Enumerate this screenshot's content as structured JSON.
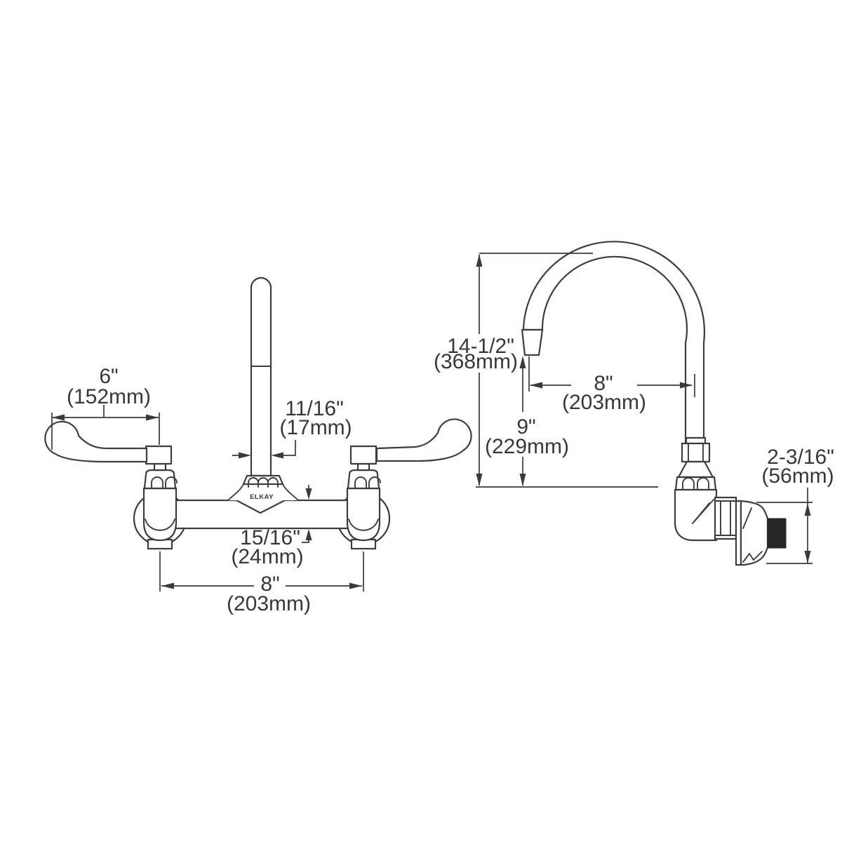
{
  "brand": {
    "label": "ELKAY"
  },
  "front_view": {
    "handle_length": {
      "inches": "6\"",
      "metric": "(152mm)"
    },
    "spout_diameter": {
      "inches": "11/16\"",
      "metric": "(17mm)"
    },
    "body_thickness": {
      "inches": "15/16\"",
      "metric": "(24mm)"
    },
    "inlet_centers": {
      "inches": "8\"",
      "metric": "(203mm)"
    }
  },
  "side_view": {
    "overall_height": {
      "inches": "14-1/2\"",
      "metric": "(368mm)"
    },
    "spout_reach": {
      "inches": "8\"",
      "metric": "(203mm)"
    },
    "spout_clearance": {
      "inches": "9\"",
      "metric": "(229mm)"
    },
    "wall_mount": {
      "inches": "2-3/16\"",
      "metric": "(56mm)"
    }
  }
}
